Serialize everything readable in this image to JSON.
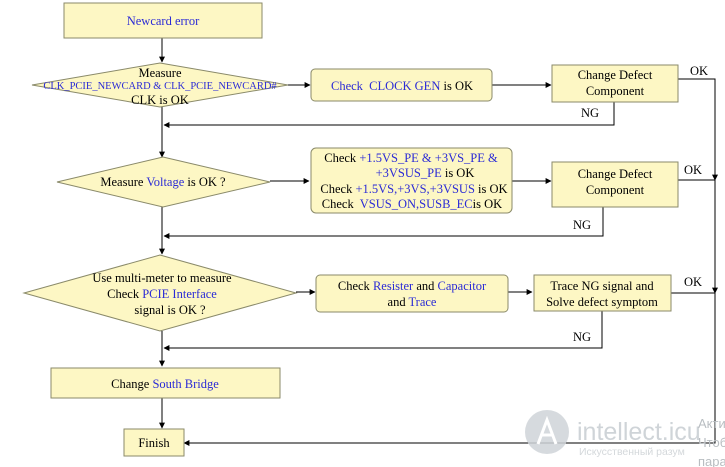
{
  "nodes": {
    "start": {
      "line1": [
        {
          "t": "Newcard error",
          "c": "blue"
        }
      ]
    },
    "d1": {
      "l1": [
        {
          "t": "Measure",
          "c": "black"
        }
      ],
      "l2": [
        {
          "t": "CLK_PCIE_NEWCARD & CLK_PCIE_NEWCARD#",
          "c": "blue"
        }
      ],
      "l3": [
        {
          "t": "CLK is OK",
          "c": "black"
        }
      ]
    },
    "p1": {
      "l1": [
        {
          "t": "Check  CLOCK GEN",
          "c": "blue"
        },
        {
          "t": " is OK",
          "c": "black"
        }
      ]
    },
    "c1": {
      "l1": [
        {
          "t": "Change Defect",
          "c": "black"
        }
      ],
      "l2": [
        {
          "t": "Component",
          "c": "black"
        }
      ]
    },
    "d2": {
      "l1": [
        {
          "t": "Measure ",
          "c": "black"
        },
        {
          "t": "Voltage",
          "c": "blue"
        },
        {
          "t": " is OK ?",
          "c": "black"
        }
      ]
    },
    "p2": {
      "l1": [
        {
          "t": "Check ",
          "c": "black"
        },
        {
          "t": "+1.5VS_PE & +3VS_PE &",
          "c": "blue"
        }
      ],
      "l2": [
        {
          "t": "+3VSUS_PE",
          "c": "blue"
        },
        {
          "t": " is OK",
          "c": "black"
        }
      ],
      "l3": [
        {
          "t": "Check ",
          "c": "black"
        },
        {
          "t": "+1.5VS,+3VS,+3VSUS",
          "c": "blue"
        },
        {
          "t": " is OK",
          "c": "black"
        }
      ],
      "l4": [
        {
          "t": "Check  ",
          "c": "black"
        },
        {
          "t": "VSUS_ON,SUSB_EC",
          "c": "blue"
        },
        {
          "t": "is OK",
          "c": "black"
        }
      ]
    },
    "c2": {
      "l1": [
        {
          "t": "Change Defect",
          "c": "black"
        }
      ],
      "l2": [
        {
          "t": "Component",
          "c": "black"
        }
      ]
    },
    "d3": {
      "l1": [
        {
          "t": "Use multi-meter to measure",
          "c": "black"
        }
      ],
      "l2": [
        {
          "t": "Check ",
          "c": "black"
        },
        {
          "t": "PCIE Interface",
          "c": "blue"
        }
      ],
      "l3": [
        {
          "t": "signal is OK ?",
          "c": "black"
        }
      ]
    },
    "p3": {
      "l1": [
        {
          "t": "Check ",
          "c": "black"
        },
        {
          "t": "Resister",
          "c": "blue"
        },
        {
          "t": " and ",
          "c": "black"
        },
        {
          "t": "Capacitor",
          "c": "blue"
        }
      ],
      "l2": [
        {
          "t": "and ",
          "c": "black"
        },
        {
          "t": "Trace",
          "c": "blue"
        }
      ]
    },
    "c3": {
      "l1": [
        {
          "t": "Trace NG signal and",
          "c": "black"
        }
      ],
      "l2": [
        {
          "t": "Solve defect symptom",
          "c": "black"
        }
      ]
    },
    "sb": {
      "l1": [
        {
          "t": "Change ",
          "c": "black"
        },
        {
          "t": "South Bridge",
          "c": "blue"
        }
      ]
    },
    "finish": {
      "l1": [
        {
          "t": "Finish",
          "c": "black"
        }
      ]
    }
  },
  "edge_labels": {
    "ok1": "OK",
    "ng1": "NG",
    "ok2": "OK",
    "ng2": "NG",
    "ok3": "OK",
    "ng3": "NG"
  },
  "watermark": {
    "brand": "intellect.icu",
    "tagline": "Искусственный разум",
    "edge_lines": [
      "Акти",
      "Чтоб",
      "пара"
    ]
  },
  "colors": {
    "node_fill": "#fdf7c4",
    "node_stroke": "#8a8a6a",
    "edge": "#000000",
    "accent_text": "#2b2bd6"
  }
}
